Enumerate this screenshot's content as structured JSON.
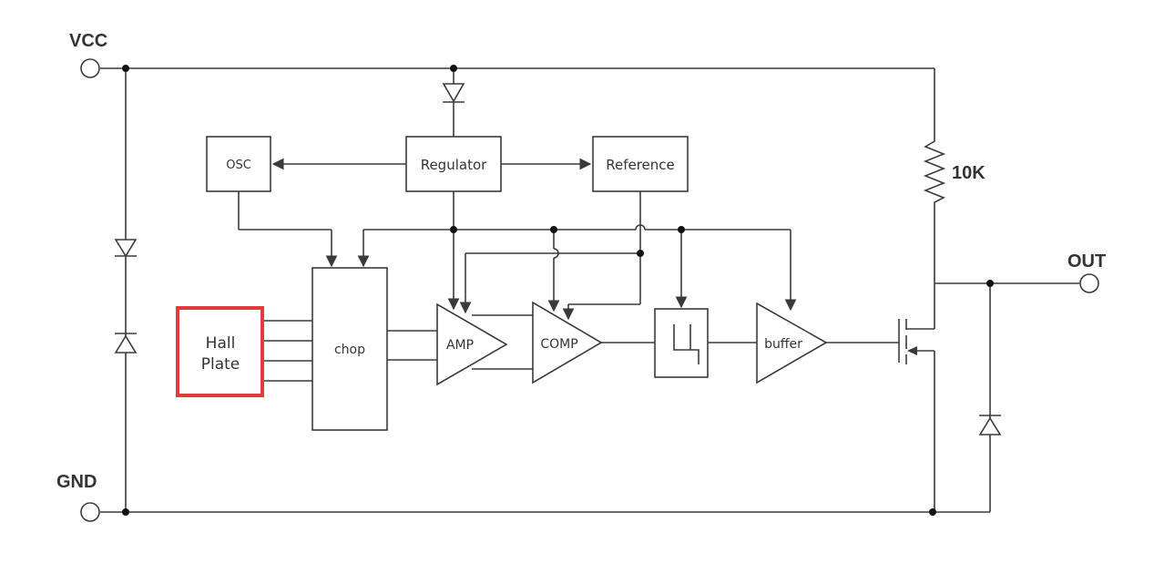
{
  "pins": {
    "vcc": "VCC",
    "gnd": "GND",
    "out": "OUT"
  },
  "blocks": {
    "osc": "OSC",
    "regulator": "Regulator",
    "reference": "Reference",
    "chop": "chop",
    "hall_line1": "Hall",
    "hall_line2": "Plate",
    "amp": "AMP",
    "comp": "COMP",
    "buffer": "buffer"
  },
  "resistor": {
    "value": "10K"
  },
  "colors": {
    "wire": "#3a3a3a",
    "hall_highlight": "#e03c3c"
  }
}
